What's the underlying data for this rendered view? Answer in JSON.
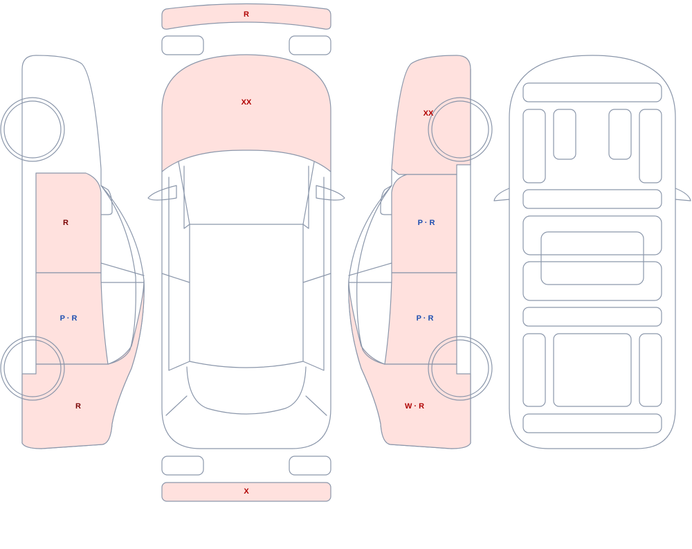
{
  "colors": {
    "outline": "#8a96aa",
    "damaged_fill": "#ffe1de",
    "clean_fill": "#ffffff",
    "label_red": "#b00000",
    "label_dark_red": "#7a0000",
    "label_blue": "#1f4fb0"
  },
  "labels": {
    "rear_bumper": "R",
    "hood": "XX",
    "front_bumper": "X",
    "left_rear_fender": "R",
    "left_rear_door": "P · R",
    "left_front_fender": "R",
    "right_rear_fender": "XX",
    "right_rear_door": "P · R",
    "right_front_door": "P · R",
    "right_front_fender": "W · R"
  },
  "panels": {
    "rear_bumper": "damaged",
    "hood": "damaged",
    "front_bumper": "damaged",
    "left_rear_fender": "damaged",
    "left_rear_door": "damaged",
    "left_front_fender": "damaged",
    "right_rear_fender": "damaged",
    "right_rear_door": "damaged",
    "right_front_door": "damaged",
    "right_front_fender": "damaged"
  }
}
